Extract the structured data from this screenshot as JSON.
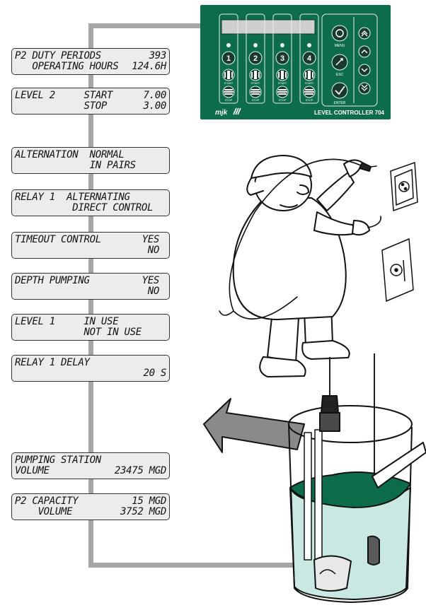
{
  "controller": {
    "brand": "mjk",
    "model": "LEVEL CONTROLLER 704",
    "pump_numbers": [
      "1",
      "2",
      "3",
      "4"
    ],
    "start_label": "START",
    "stop_label": "STOP",
    "menu_label": "MENU",
    "esc_label": "ESC",
    "enter_label": "ENTER",
    "colors": {
      "panel": "#0d6c4a",
      "button": "#1a3a2e",
      "display": "#cfcfcf"
    }
  },
  "displays": [
    {
      "id": "p2-duty",
      "left1": "P2 DUTY PERIODS",
      "right1": "393",
      "left2": "   OPERATING HOURS",
      "right2": "124.6H"
    },
    {
      "id": "level2",
      "left1": "LEVEL 2     START",
      "right1": "7.00",
      "left2": "            STOP",
      "right2": "3.00"
    },
    {
      "id": "alternation",
      "left1": "ALTERNATION  NORMAL",
      "right1": "",
      "left2": "             IN PAIRS",
      "right2": ""
    },
    {
      "id": "relay1-alt",
      "left1": "RELAY 1  ALTERNATING",
      "right1": "",
      "left2": "          DIRECT CONTROL",
      "right2": ""
    },
    {
      "id": "timeout",
      "left1": "TIMEOUT CONTROL",
      "right1": "YES",
      "left2": "",
      "right2": "NO"
    },
    {
      "id": "depth",
      "left1": "DEPTH PUMPING",
      "right1": "YES",
      "left2": "",
      "right2": "NO"
    },
    {
      "id": "level1",
      "left1": "LEVEL 1     IN USE",
      "right1": "",
      "left2": "            NOT IN USE",
      "right2": ""
    },
    {
      "id": "relay1-delay",
      "left1": "RELAY 1 DELAY",
      "right1": "",
      "left2": "",
      "right2": "20 S"
    },
    {
      "id": "station-volume",
      "left1": "PUMPING STATION",
      "right1": "",
      "left2": "VOLUME",
      "right2": "23475 MGD"
    },
    {
      "id": "p2-capacity",
      "left1": "P2 CAPACITY",
      "right1": "15 MGD",
      "left2": "    VOLUME",
      "right2": "3752 MGD"
    }
  ]
}
